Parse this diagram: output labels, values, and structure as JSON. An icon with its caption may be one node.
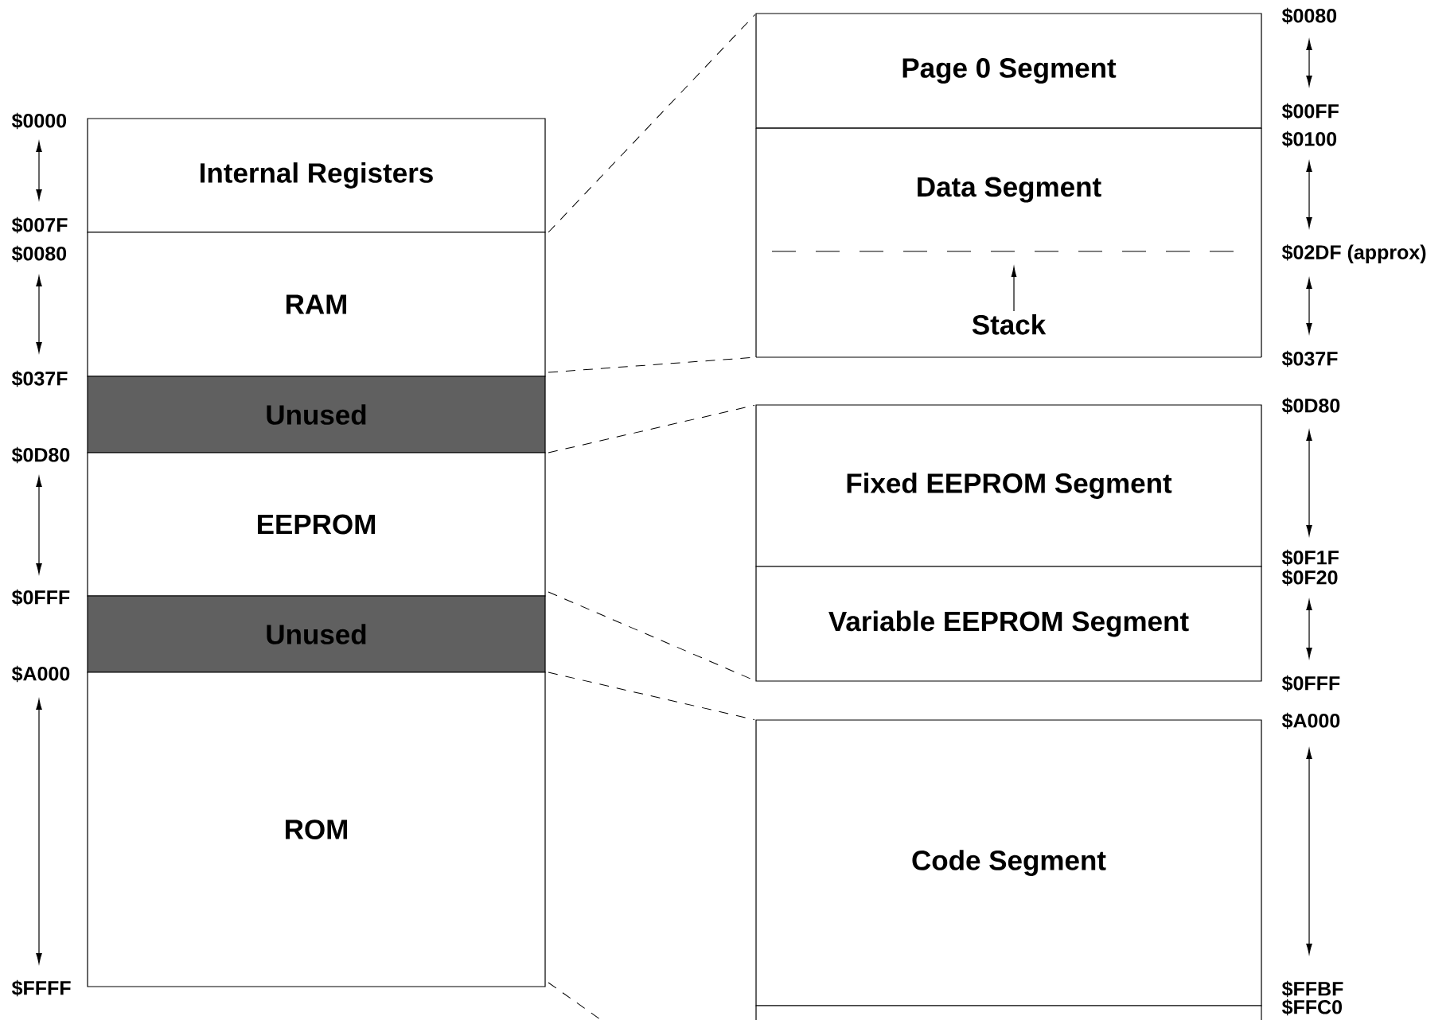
{
  "diagram": {
    "nodes": [
      {
        "text": [
          "Internal Registers"
        ]
      },
      {
        "text": [
          "RAM"
        ]
      },
      {
        "text": [
          "Unused"
        ]
      },
      {
        "text": [
          "EEPROM"
        ]
      },
      {
        "text": [
          "Unused"
        ]
      },
      {
        "text": [
          "ROM"
        ]
      },
      {
        "text": [
          "Page 0 Segment"
        ]
      },
      {
        "text": [
          "Data Segment"
        ]
      },
      {
        "text": [
          "Stack"
        ]
      },
      {
        "text": [
          "Fixed EEPROM Segment"
        ]
      },
      {
        "text": [
          "Variable EEPROM Segment"
        ]
      },
      {
        "text": [
          "Code Segment"
        ]
      },
      {
        "text": [],
        "shape": "box"
      }
    ],
    "edges": [
      {
        "from": 1,
        "to": 6,
        "arrow": "none",
        "style": "dashed"
      },
      {
        "from": 1,
        "to": 8,
        "arrow": "none",
        "style": "dashed"
      },
      {
        "from": 3,
        "to": 9,
        "arrow": "none",
        "style": "dashed"
      },
      {
        "from": 3,
        "to": 10,
        "arrow": "none",
        "style": "dashed"
      },
      {
        "from": 5,
        "to": 11,
        "arrow": "none",
        "style": "dashed"
      },
      {
        "from": 5,
        "to": 12,
        "arrow": "none",
        "style": "dashed"
      }
    ],
    "labels": [
      "$0000",
      "$007F",
      "$0080",
      "$037F",
      "$0D80",
      "$0FFF",
      "$A000",
      "$FFFF",
      "$0080",
      "$00FF",
      "$0100",
      "$02DF (approx)",
      "$037F",
      "$0D80",
      "$0F1F",
      "$0F20",
      "$0FFF",
      "$A000",
      "$FFBF",
      "$FFC0"
    ]
  }
}
